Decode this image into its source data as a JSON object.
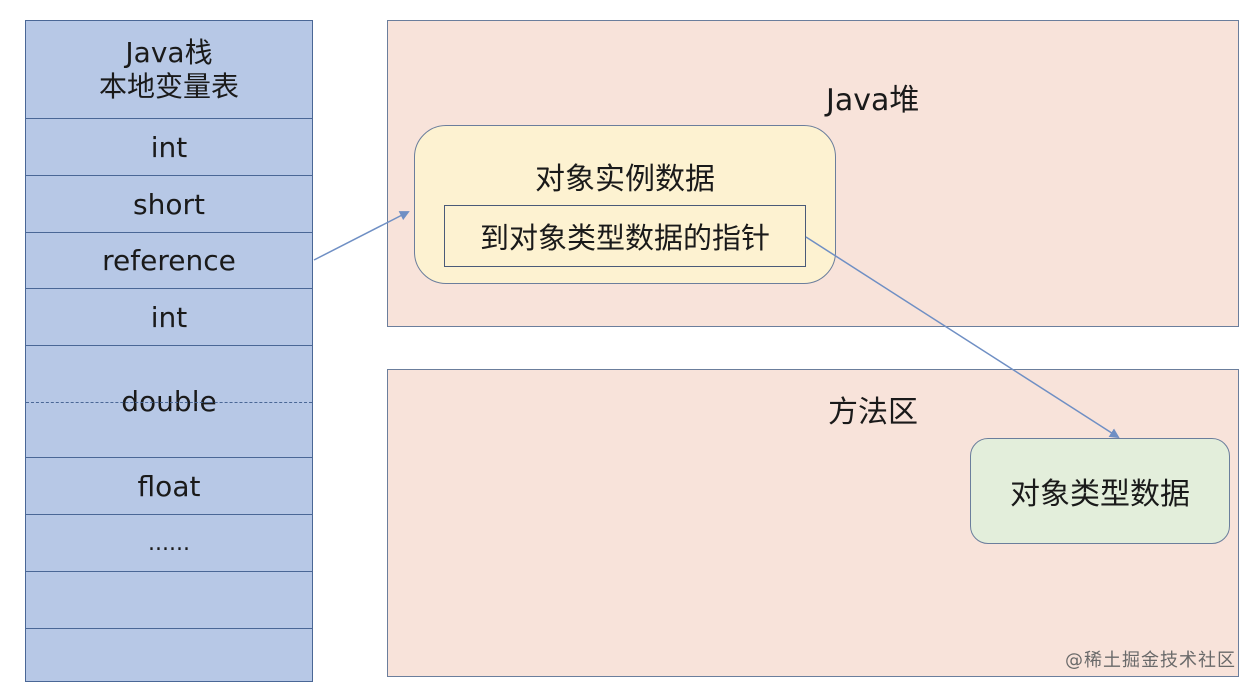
{
  "stack": {
    "title_line1": "Java栈",
    "title_line2": "本地变量表",
    "slots": [
      "int",
      "short",
      "reference",
      "int",
      "double",
      "float",
      "......",
      "",
      ""
    ]
  },
  "heap": {
    "title": "Java堆",
    "instance_title": "对象实例数据",
    "pointer_label": "到对象类型数据的指针"
  },
  "method_area": {
    "title": "方法区",
    "type_data_label": "对象类型数据"
  },
  "watermark": "@稀土掘金技术社区",
  "colors": {
    "stack_fill": "#b7c8e6",
    "area_fill": "#f8e3da",
    "instance_fill": "#fdf2d1",
    "type_fill": "#e3eedb",
    "arrow": "#6f8fc4"
  }
}
